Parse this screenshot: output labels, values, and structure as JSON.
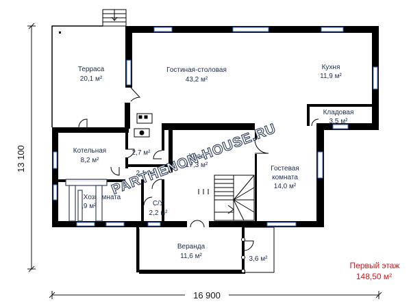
{
  "rooms": {
    "terrace": {
      "name": "Терраса",
      "area": "20,1 м²"
    },
    "living": {
      "name": "Гостиная-столовая",
      "area": "43,2 м²"
    },
    "kitchen": {
      "name": "Кухня",
      "area": "11,9 м²"
    },
    "pantry": {
      "name": "Кладовая",
      "area": "3,5 м²"
    },
    "boiler": {
      "name": "Котельная",
      "area": "8,2 м²"
    },
    "small1": {
      "area": "2,7 м²"
    },
    "small2": {
      "area": "2,1 м²"
    },
    "hall": {
      "name": "Холл",
      "area": "17,3 м²"
    },
    "guest": {
      "name": "Гостевая",
      "name2": "комната",
      "area": "14,0 м²"
    },
    "utility": {
      "name": "Хозкомната",
      "area": "7,9 м²"
    },
    "wc": {
      "name": "С/У",
      "area": "2,2 м²"
    },
    "veranda": {
      "name": "Веранда",
      "area": "11,6 м²"
    },
    "porch": {
      "area": "3,6 м²"
    }
  },
  "dimensions": {
    "width": "16 900",
    "height": "13 100"
  },
  "floor": {
    "title": "Первый этаж",
    "area": "148,50 м²"
  },
  "watermark": {
    "text": "PARTHENON-HOUSE.RU"
  },
  "colors": {
    "wall": "#000000",
    "window": "#3b6fd8",
    "title": "#d01818",
    "text": "#1a2a4a"
  }
}
